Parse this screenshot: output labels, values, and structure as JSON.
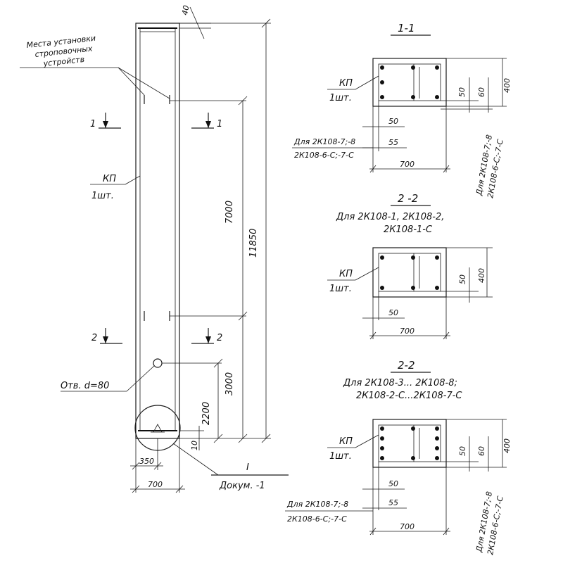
{
  "elevation": {
    "top_dim": "40",
    "sling_note_line1": "Места установки",
    "sling_note_line2": "строповочных",
    "sling_note_line3": "устройств",
    "kp_label": "КП",
    "kp_qty": "1шт.",
    "section1_label": "1",
    "section2_label": "2",
    "dim_7000": "7000",
    "dim_11850": "11850",
    "dim_3000": "3000",
    "dim_2200": "2200",
    "dim_10": "10",
    "hole_label": "Отв. d=80",
    "dim_350": "350",
    "dim_700": "700",
    "detail_label": "I",
    "detail_ref": "Докум. -1"
  },
  "section_1_1": {
    "title": "1-1",
    "kp_label": "КП",
    "kp_qty": "1шт.",
    "dim_50_top": "50",
    "dim_55": "55",
    "dim_700": "700",
    "dim_50_right": "50",
    "dim_60": "60",
    "dim_400": "400",
    "note_line1": "Для 2К108-7;-8",
    "note_line2": "2К108-6-С;-7-С",
    "vert_note1": "Для 2К108-7;-8",
    "vert_note2": "2К108-6-С;-7-С"
  },
  "section_2_2a": {
    "title": "2 -2",
    "subtitle1": "Для 2К108-1, 2К108-2,",
    "subtitle2": "2К108-1-С",
    "kp_label": "КП",
    "kp_qty": "1шт.",
    "dim_50_right": "50",
    "dim_400": "400",
    "dim_50_bottom": "50",
    "dim_700": "700"
  },
  "section_2_2b": {
    "title": "2-2",
    "subtitle1": "Для 2К108-3... 2К108-8;",
    "subtitle2": "2К108-2-С...2К108-7-С",
    "kp_label": "КП",
    "kp_qty": "1шт.",
    "dim_50_right": "50",
    "dim_60": "60",
    "dim_400": "400",
    "dim_50_top": "50",
    "dim_55": "55",
    "dim_700": "700",
    "note_line1": "Для 2К108-7;-8",
    "note_line2": "2К108-6-С;-7-С",
    "vert_note1": "Для 2К108-7;-8",
    "vert_note2": "2К108-6-С;-7-С"
  }
}
